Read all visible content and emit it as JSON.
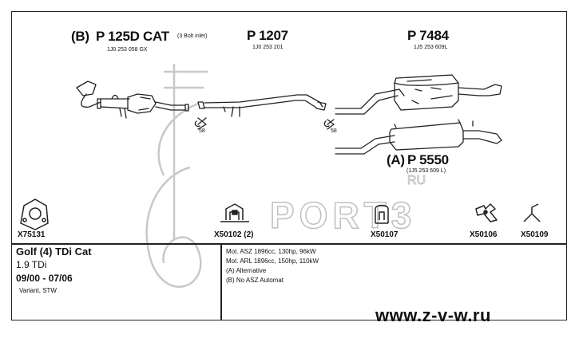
{
  "parts": {
    "front": {
      "prefix": "(B)",
      "number": "P 125D CAT",
      "note": "(3 Bolt inlet)",
      "ref": "1J0 253 058 GX"
    },
    "middle": {
      "number": "P 1207",
      "ref": "1J0 253 201"
    },
    "rear": {
      "number": "P 7484",
      "ref": "1J5 253 609L"
    },
    "alt": {
      "prefix": "(A)",
      "number": "P 5550",
      "ref": "(1J5 253 609 L)"
    }
  },
  "hangers": {
    "left": "58",
    "right": "58"
  },
  "accessories": [
    {
      "code": "X75131"
    },
    {
      "code": "X50102 (2)"
    },
    {
      "code": "X50107"
    },
    {
      "code": "X50106"
    },
    {
      "code": "X50109"
    }
  ],
  "vehicle": {
    "model": "Golf (4) TDi Cat",
    "engine": "1.9 TDi",
    "years": "09/00 - 07/06",
    "variant": "Variant, STW"
  },
  "specs": [
    "Mot. ASZ 1896cc, 130hp, 96kW",
    "Mot. ARL 1896cc, 150hp, 110kW",
    "(A) Alternative",
    "(B) No ASZ Automat"
  ],
  "watermark": {
    "brand": "PORT3",
    "domain": "RU"
  },
  "website": "www.z-v-w.ru"
}
